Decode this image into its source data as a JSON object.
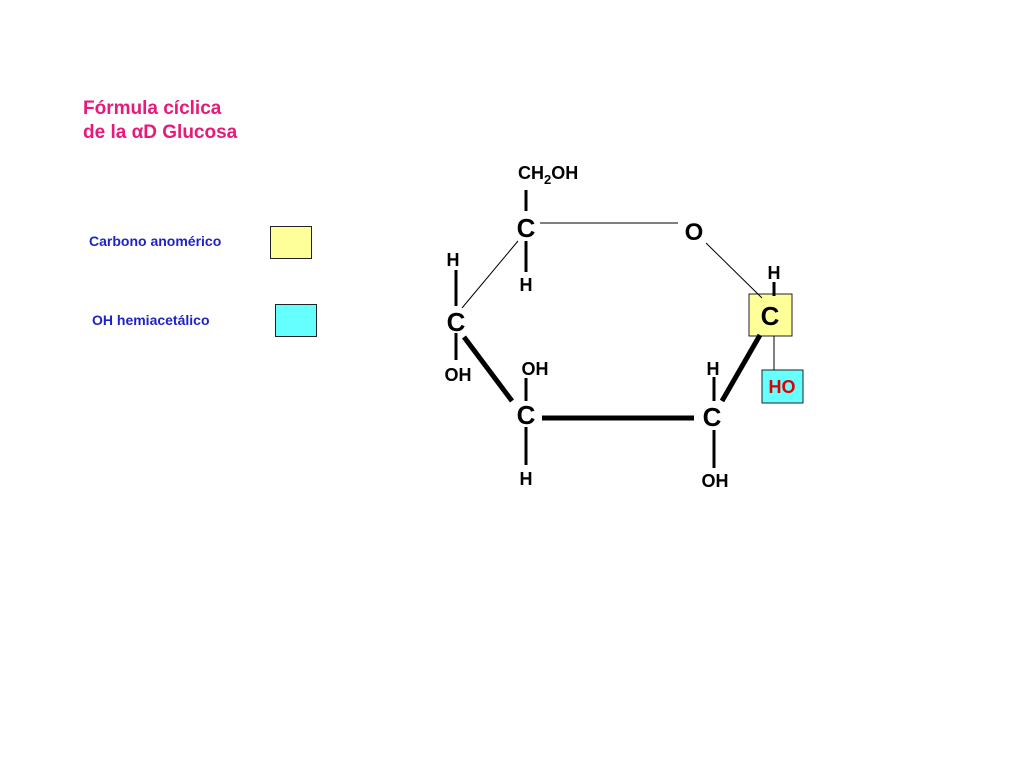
{
  "title": {
    "line1": "Fórmula cíclica",
    "line2": "de la αD Glucosa"
  },
  "legend": [
    {
      "label": "Carbono anomérico",
      "color": "#ffff99"
    },
    {
      "label": "OH hemiacetálico",
      "color": "#66ffff"
    }
  ],
  "molecule": {
    "ch2oh_prefix": "CH",
    "ch2oh_subscript": "2",
    "ch2oh_suffix": "OH",
    "c5": "C",
    "c5_h": "H",
    "ring_oxygen": "O",
    "c1": "C",
    "c1_h": "H",
    "c1_oh": "HO",
    "c4": "C",
    "c4_h": "H",
    "c4_oh": "OH",
    "c3": "C",
    "c3_oh": "OH",
    "c3_h": "H",
    "c2": "C",
    "c2_h": "H",
    "c2_oh": "OH"
  },
  "colors": {
    "title": "#e8197a",
    "legend_text": "#1f23c7",
    "anomeric_carbon": "#ffff99",
    "hemiacetal_oh": "#66ffff",
    "hemiacetal_text": "#e00000"
  }
}
